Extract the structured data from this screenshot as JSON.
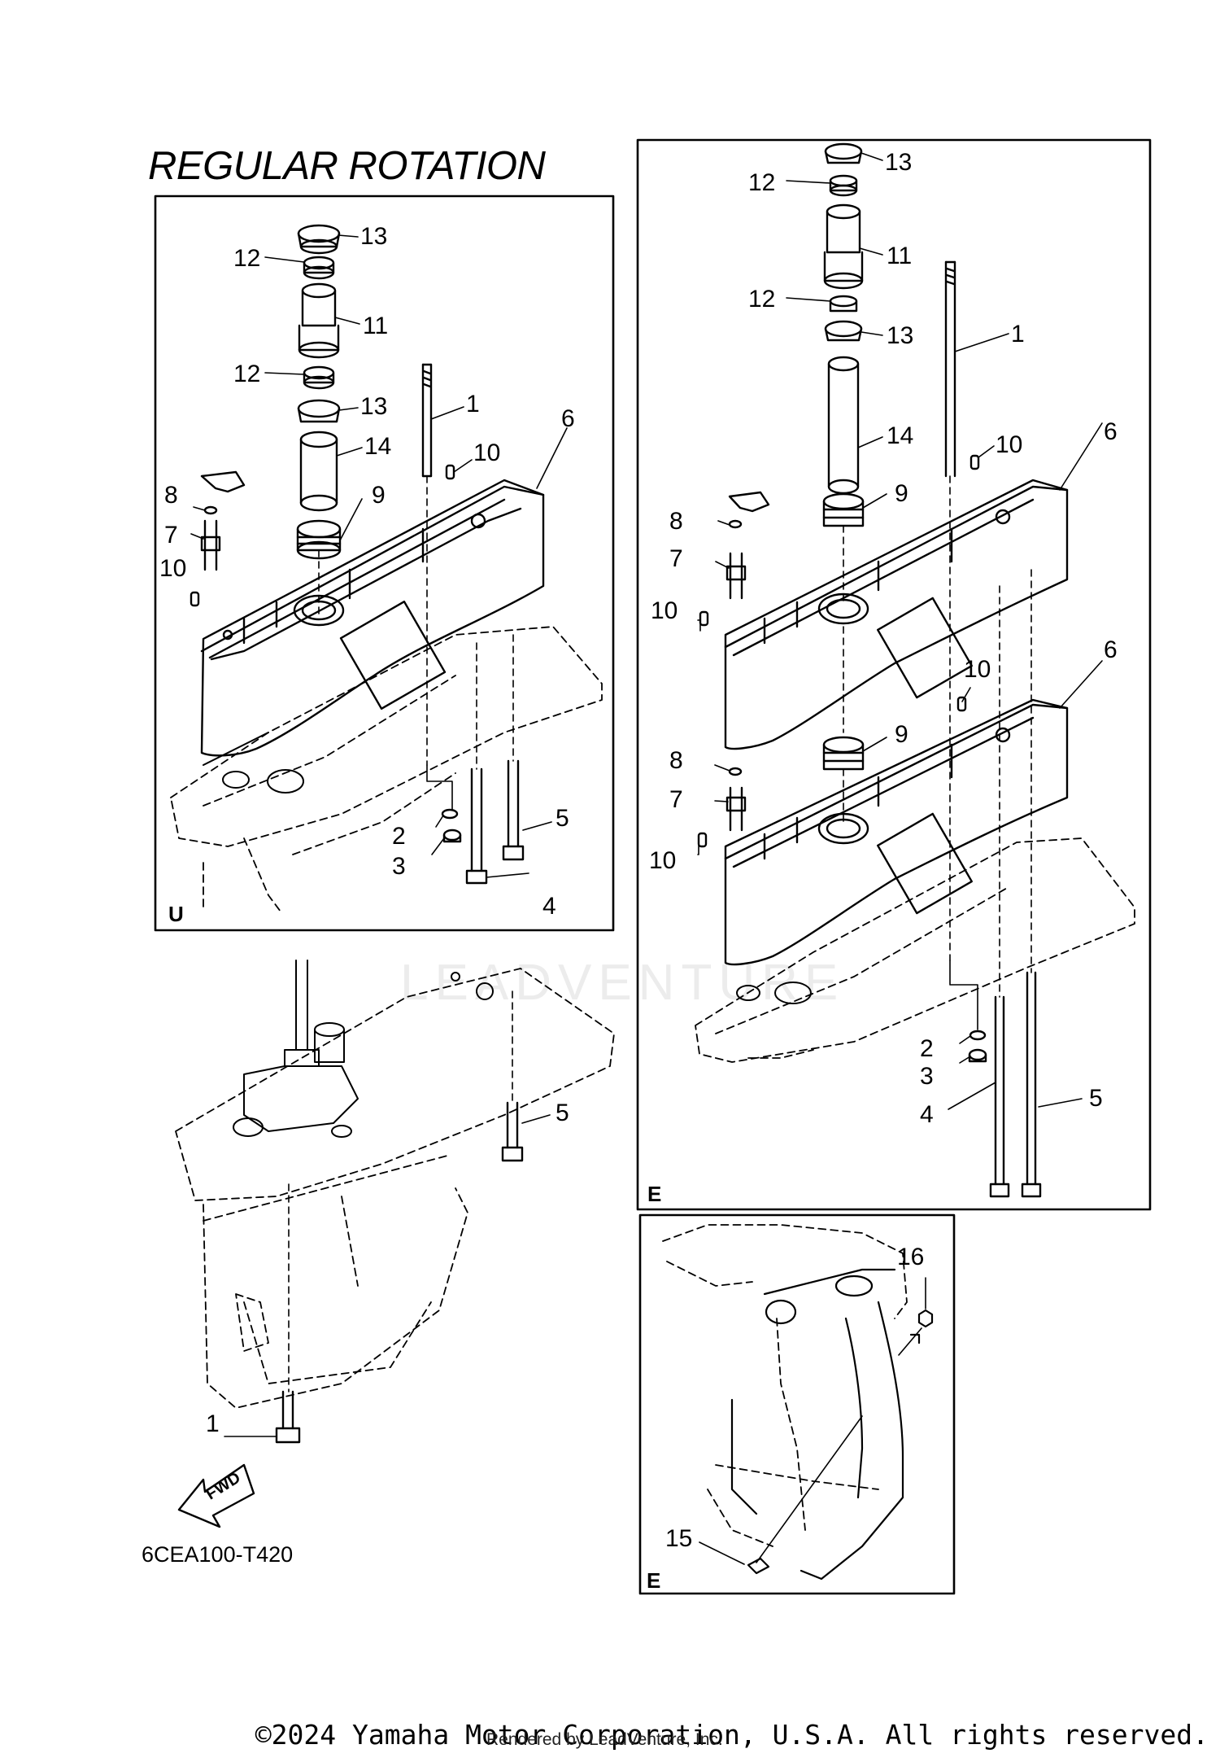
{
  "title": "REGULAR ROTATION",
  "figure_code": "6CEA100-T420",
  "copyright": "©2024 Yamaha Motor Corporation, U.S.A. All rights reserved.",
  "rendered_by": "Rendered by LeadVenture, Inc.",
  "watermark": "LEADVENTURE",
  "fwd_label": "FWD",
  "panels": {
    "u": {
      "code": "U"
    },
    "e_top": {
      "code": "E"
    },
    "e_bottom": {
      "code": "E"
    }
  },
  "callouts": {
    "u": [
      {
        "label": "13"
      },
      {
        "label": "12"
      },
      {
        "label": "11"
      },
      {
        "label": "12"
      },
      {
        "label": "13"
      },
      {
        "label": "1"
      },
      {
        "label": "6"
      },
      {
        "label": "14"
      },
      {
        "label": "10"
      },
      {
        "label": "8"
      },
      {
        "label": "9"
      },
      {
        "label": "7"
      },
      {
        "label": "10"
      },
      {
        "label": "2"
      },
      {
        "label": "5"
      },
      {
        "label": "3"
      },
      {
        "label": "4"
      }
    ],
    "lower_case": [
      {
        "label": "5"
      },
      {
        "label": "1"
      }
    ],
    "e_top": [
      {
        "label": "13"
      },
      {
        "label": "12"
      },
      {
        "label": "11"
      },
      {
        "label": "12"
      },
      {
        "label": "13"
      },
      {
        "label": "1"
      },
      {
        "label": "14"
      },
      {
        "label": "6"
      },
      {
        "label": "10"
      },
      {
        "label": "9"
      },
      {
        "label": "8"
      },
      {
        "label": "7"
      },
      {
        "label": "10"
      },
      {
        "label": "10"
      },
      {
        "label": "6"
      },
      {
        "label": "9"
      },
      {
        "label": "8"
      },
      {
        "label": "7"
      },
      {
        "label": "10"
      },
      {
        "label": "2"
      },
      {
        "label": "3"
      },
      {
        "label": "4"
      },
      {
        "label": "5"
      }
    ],
    "e_bottom": [
      {
        "label": "16"
      },
      {
        "label": "15"
      }
    ]
  }
}
